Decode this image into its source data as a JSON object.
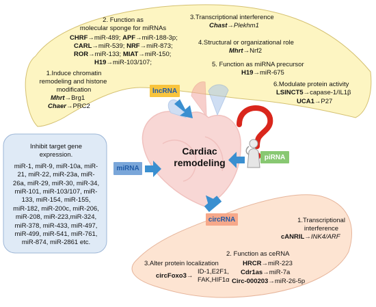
{
  "center": {
    "title_line1": "Cardiac",
    "title_line2": "remodeling"
  },
  "ncrna_types": {
    "lncrna": "lncRNA",
    "mirna": "miRNA",
    "pirna": "piRNA",
    "circrna": "circRNA"
  },
  "lncrna_panel": {
    "f1": {
      "heading": [
        "1.Induce chromatin",
        "remodeling and histone",
        "modification"
      ],
      "items": [
        {
          "gene": "Mhrt",
          "arrow": "→",
          "target": "Brg1"
        },
        {
          "gene": "Chaer",
          "arrow": "→",
          "target": "PRC2"
        }
      ]
    },
    "f2": {
      "heading": [
        "2. Function as",
        "molecular sponge for miRNAs"
      ],
      "rows": [
        [
          {
            "gene": "CHRF",
            "arrow": "→",
            "target": "miR-489;"
          },
          {
            "gene": "APF",
            "arrow": "→",
            "target": "miR-188-3p;"
          }
        ],
        [
          {
            "gene": "CARL",
            "arrow": "→",
            "target": "miR-539;"
          },
          {
            "gene": "NRF",
            "arrow": "→",
            "target": "miR-873;"
          }
        ],
        [
          {
            "gene": "ROR",
            "arrow": "→",
            "target": "miR-133;"
          },
          {
            "gene": "MIAT",
            "arrow": "→",
            "target": "miR-150;"
          }
        ],
        [
          {
            "gene": "H19",
            "arrow": "→",
            "target": "miR-103/107;"
          }
        ]
      ]
    },
    "f3": {
      "heading": "3.Transcriptional interference",
      "gene": "Chast",
      "arrow": "→",
      "target": "Plekhm1"
    },
    "f4": {
      "heading": "4.Structural or organizational role",
      "gene": "Mhrt",
      "arrow": "→",
      "target": "Nrf2"
    },
    "f5": {
      "heading": "5. Function as miRNA precursor",
      "gene": "H19",
      "arrow": "→",
      "target": "miR-675"
    },
    "f6": {
      "heading": "6.Modulate protein activity",
      "items": [
        {
          "gene": "LSINCT5",
          "arrow": "→",
          "target": "capase-1/IL1β"
        },
        {
          "gene": "UCA1",
          "arrow": "→",
          "target": "P27"
        }
      ]
    }
  },
  "mirna_panel": {
    "heading": [
      "Inhibit target gene",
      "expression."
    ],
    "lines": [
      "miR-1, miR-9, miR-10a, miR-",
      "21, miR-22, miR-23a, miR-",
      "26a, miR-29, miR-30, miR-34,",
      "miR-101, miR-103/107, miR-",
      "133, miR-154, miR-155,",
      "miR-182, miR-200c, miR-206,",
      "miR-208, miR-223,miR-324,",
      "miR-378, miR-433, miR-497,",
      "miR-499, miR-541, miR-761,",
      "miR-874, miR-2861 etc."
    ]
  },
  "circrna_panel": {
    "f1": {
      "heading": [
        "1.Transcriptional",
        "interference"
      ],
      "gene": "cANRIL",
      "arrow": "→",
      "target": "INK4/ARF"
    },
    "f2": {
      "heading": "2. Function as ceRNA",
      "items": [
        {
          "gene": "HRCR",
          "arrow": "→",
          "target": "miR-223"
        },
        {
          "gene": "Cdr1as",
          "arrow": "→",
          "target": "miR-7a"
        },
        {
          "gene": "Circ-000203",
          "arrow": "→",
          "target": "miR-26-5p"
        }
      ]
    },
    "f3": {
      "heading": "3.Alter protein localization",
      "gene": "circFoxo3",
      "arrow": "→",
      "targets": [
        "ID-1,E2F1,",
        "FAK,HIF1α"
      ]
    }
  },
  "colors": {
    "panel_fill": "#fdf5c2",
    "circ_fill": "#fde4d2",
    "mirna_fill": "#dfeaf6",
    "lnc_pill": "#f8c43e",
    "lnc_text": "#1f5aa6",
    "mirna_pill": "#7aa6d9",
    "mirna_text": "#1f5aa6",
    "pirna_pill": "#88c872",
    "pirna_text": "#ffffff",
    "circ_pill": "#f6a88a",
    "circ_text": "#1f5aa6",
    "arrow": "#3a8fd0",
    "question": "#d9261c"
  },
  "icons": [
    "heart-illustration",
    "question-mark-icon",
    "thinking-person-icon",
    "arrow-right-icon",
    "arrow-up-icon",
    "arrow-left-icon",
    "arrow-down-right-icon",
    "curved-arrow-icon"
  ]
}
